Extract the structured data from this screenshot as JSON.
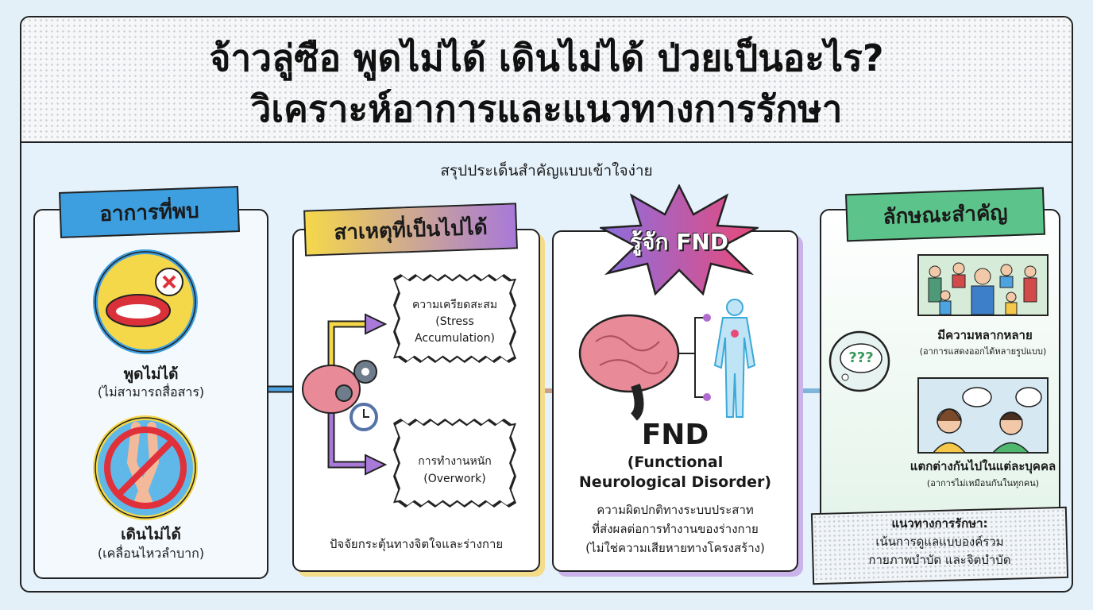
{
  "header": {
    "title_line1": "จ้าวลู่ซือ พูดไม่ได้ เดินไม่ได้ ป่วยเป็นอะไร?",
    "title_line2": "วิเคราะห์อาการและแนวทางการรักษา"
  },
  "subtitle": "สรุปประเด็นสำคัญแบบเข้าใจง่าย",
  "symptoms": {
    "label": "อาการที่พบ",
    "items": [
      {
        "title": "พูดไม่ได้",
        "detail": "(ไม่สามารถสื่อสาร)",
        "icon": "mouth-cross-icon"
      },
      {
        "title": "เดินไม่ได้",
        "detail": "(เคลื่อนไหวลำบาก)",
        "icon": "legs-prohibited-icon"
      }
    ]
  },
  "causes": {
    "label": "สาเหตุที่เป็นไปได้",
    "items": [
      {
        "thai": "ความเครียดสะสม",
        "en_1": "(Stress",
        "en_2": "Accumulation)"
      },
      {
        "thai": "การทำงานหนัก",
        "en_1": "(Overwork)"
      }
    ],
    "footer": "ปัจจัยกระตุ้นทางจิตใจและร่างกาย",
    "icon": "brain-gears-clock-icon"
  },
  "fnd": {
    "label": "รู้จัก FND",
    "abbr": "FND",
    "full_1": "(Functional",
    "full_2": "Neurological Disorder)",
    "desc": [
      "ความผิดปกติทางระบบประสาท",
      "ที่ส่งผลต่อการทำงานของร่างกาย",
      "(ไม่ใช่ความเสียหายทางโครงสร้าง)"
    ]
  },
  "features": {
    "label": "ลักษณะสำคัญ",
    "thought": "???",
    "items": [
      {
        "title": "มีความหลากหลาย",
        "detail": "(อาการแสดงออกได้หลายรูปแบบ)"
      },
      {
        "title": "แตกต่างกันไปในแต่ละบุคคล",
        "detail": "(อาการไม่เหมือนกันในทุกคน)"
      }
    ]
  },
  "treatment": {
    "title": "แนวทางการรักษา:",
    "line1": "เน้นการดูแลแบบองค์รวม",
    "line2": "กายภาพบำบัด และจิตบำบัด"
  },
  "colors": {
    "blue": "#3d9fe0",
    "green": "#5cc48a",
    "yellow": "#f5d84a",
    "purple": "#a879d8",
    "pink": "#e0507a"
  }
}
